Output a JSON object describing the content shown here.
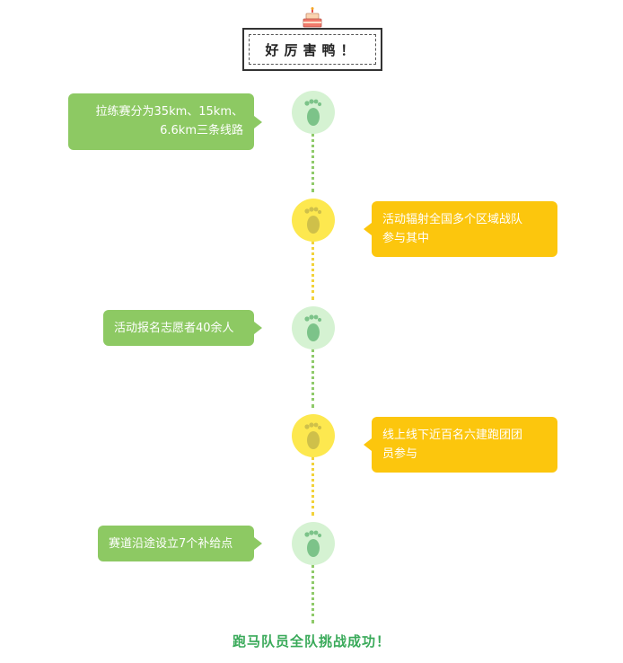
{
  "header": {
    "title": "好厉害鸭！",
    "icon": "cake-icon"
  },
  "timeline": {
    "colors": {
      "green": "#8dc963",
      "yellow": "#fcc60d",
      "node_green": "#d5f2d2",
      "node_yellow": "#fde84f"
    },
    "items": [
      {
        "text_line1": "拉练赛分为35km、15km、",
        "text_line2": "6.6km三条线路",
        "side": "left",
        "color": "green"
      },
      {
        "text_line1": "活动辐射全国多个区域战队",
        "text_line2": "参与其中",
        "side": "right",
        "color": "yellow"
      },
      {
        "text_line1": "活动报名志愿者40余人",
        "side": "left",
        "color": "green"
      },
      {
        "text_line1": "线上线下近百名六建跑团团",
        "text_line2": "员参与",
        "side": "right",
        "color": "yellow"
      },
      {
        "text_line1": "赛道沿途设立7个补给点",
        "side": "left",
        "color": "green"
      }
    ]
  },
  "footer": {
    "text": "跑马队员全队挑战成功！"
  }
}
